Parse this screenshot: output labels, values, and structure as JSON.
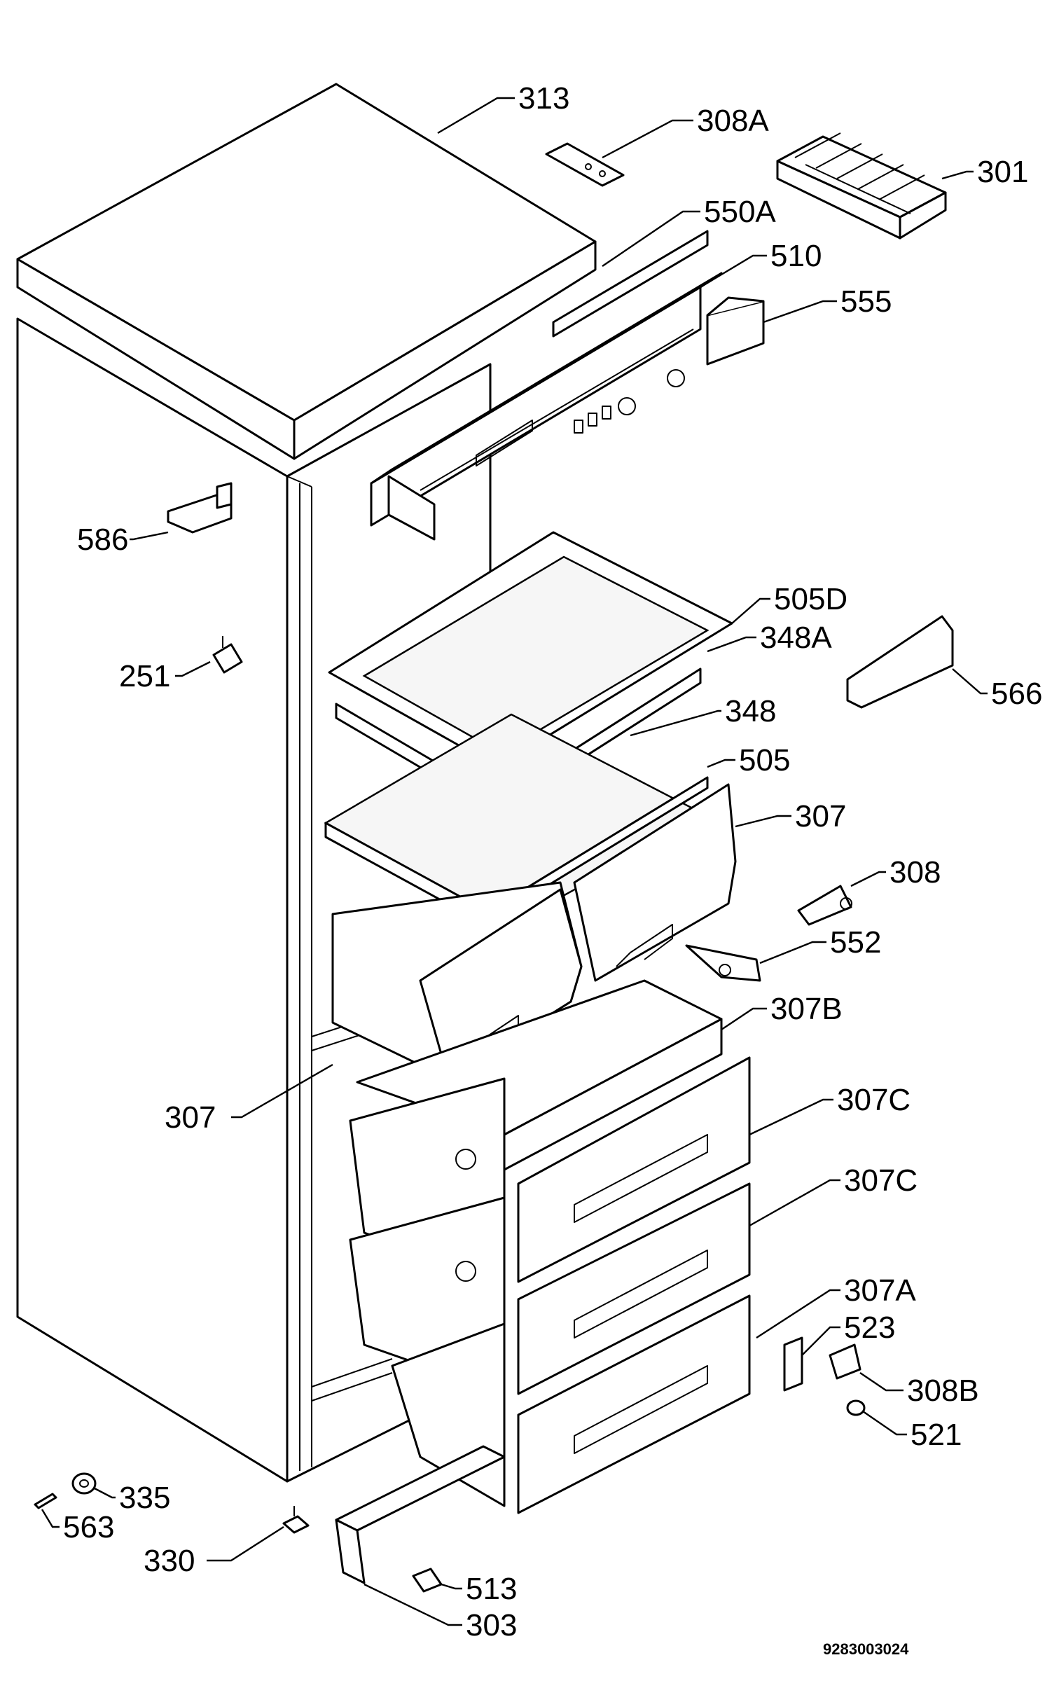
{
  "labels": {
    "p313": "313",
    "p308a": "308A",
    "p301": "301",
    "p550a": "550A",
    "p510": "510",
    "p555": "555",
    "p586": "586",
    "p505d": "505D",
    "p348a": "348A",
    "p251": "251",
    "p566": "566",
    "p348": "348",
    "p505": "505",
    "p307_top": "307",
    "p308": "308",
    "p552": "552",
    "p307b": "307B",
    "p307_left": "307",
    "p307c_1": "307C",
    "p307c_2": "307C",
    "p307a": "307A",
    "p523": "523",
    "p308b": "308B",
    "p521": "521",
    "p335": "335",
    "p563": "563",
    "p330": "330",
    "p513": "513",
    "p303": "303"
  },
  "drawing_code": "9283003024"
}
